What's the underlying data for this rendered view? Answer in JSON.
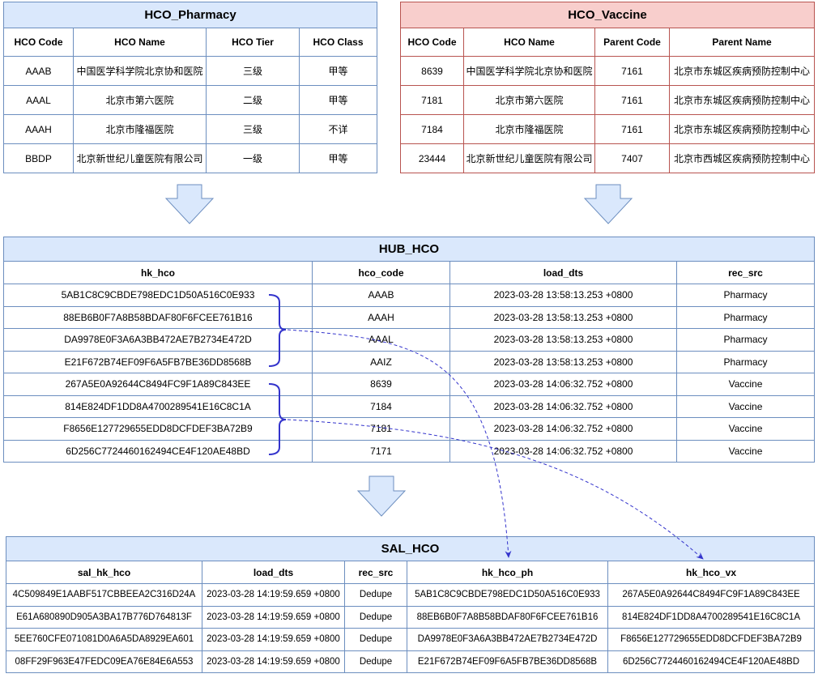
{
  "pharmacy": {
    "title": "HCO_Pharmacy",
    "headers": [
      "HCO Code",
      "HCO Name",
      "HCO Tier",
      "HCO Class"
    ],
    "rows": [
      [
        "AAAB",
        "中国医学科学院北京协和医院",
        "三级",
        "甲等"
      ],
      [
        "AAAL",
        "北京市第六医院",
        "二级",
        "甲等"
      ],
      [
        "AAAH",
        "北京市隆福医院",
        "三级",
        "不详"
      ],
      [
        "BBDP",
        "北京新世纪儿童医院有限公司",
        "一级",
        "甲等"
      ]
    ]
  },
  "vaccine": {
    "title": "HCO_Vaccine",
    "headers": [
      "HCO Code",
      "HCO Name",
      "Parent Code",
      "Parent Name"
    ],
    "rows": [
      [
        "8639",
        "中国医学科学院北京协和医院",
        "7161",
        "北京市东城区疾病预防控制中心"
      ],
      [
        "7181",
        "北京市第六医院",
        "7161",
        "北京市东城区疾病预防控制中心"
      ],
      [
        "7184",
        "北京市隆福医院",
        "7161",
        "北京市东城区疾病预防控制中心"
      ],
      [
        "23444",
        "北京新世纪儿童医院有限公司",
        "7407",
        "北京市西城区疾病预防控制中心"
      ]
    ]
  },
  "hub": {
    "title": "HUB_HCO",
    "headers": [
      "hk_hco",
      "hco_code",
      "load_dts",
      "rec_src"
    ],
    "rows": [
      [
        "5AB1C8C9CBDE798EDC1D50A516C0E933",
        "AAAB",
        "2023-03-28 13:58:13.253 +0800",
        "Pharmacy"
      ],
      [
        "88EB6B0F7A8B58BDAF80F6FCEE761B16",
        "AAAH",
        "2023-03-28 13:58:13.253 +0800",
        "Pharmacy"
      ],
      [
        "DA9978E0F3A6A3BB472AE7B2734E472D",
        "AAAL",
        "2023-03-28 13:58:13.253 +0800",
        "Pharmacy"
      ],
      [
        "E21F672B74EF09F6A5FB7BE36DD8568B",
        "AAIZ",
        "2023-03-28 13:58:13.253 +0800",
        "Pharmacy"
      ],
      [
        "267A5E0A92644C8494FC9F1A89C843EE",
        "8639",
        "2023-03-28 14:06:32.752 +0800",
        "Vaccine"
      ],
      [
        "814E824DF1DD8A4700289541E16C8C1A",
        "7184",
        "2023-03-28 14:06:32.752 +0800",
        "Vaccine"
      ],
      [
        "F8656E127729655EDD8DCFDEF3BA72B9",
        "7181",
        "2023-03-28 14:06:32.752 +0800",
        "Vaccine"
      ],
      [
        "6D256C7724460162494CE4F120AE48BD",
        "7171",
        "2023-03-28 14:06:32.752 +0800",
        "Vaccine"
      ]
    ]
  },
  "sal": {
    "title": "SAL_HCO",
    "headers": [
      "sal_hk_hco",
      "load_dts",
      "rec_src",
      "hk_hco_ph",
      "hk_hco_vx"
    ],
    "rows": [
      [
        "4C509849E1AABF517CBBEEA2C316D24A",
        "2023-03-28 14:19:59.659 +0800",
        "Dedupe",
        "5AB1C8C9CBDE798EDC1D50A516C0E933",
        "267A5E0A92644C8494FC9F1A89C843EE"
      ],
      [
        "E61A680890D905A3BA17B776D764813F",
        "2023-03-28 14:19:59.659 +0800",
        "Dedupe",
        "88EB6B0F7A8B58BDAF80F6FCEE761B16",
        "814E824DF1DD8A4700289541E16C8C1A"
      ],
      [
        "5EE760CFE071081D0A6A5DA8929EA601",
        "2023-03-28 14:19:59.659 +0800",
        "Dedupe",
        "DA9978E0F3A6A3BB472AE7B2734E472D",
        "F8656E127729655EDD8DCFDEF3BA72B9"
      ],
      [
        "08FF29F963E47FEDC09EA76E84E6A553",
        "2023-03-28 14:19:59.659 +0800",
        "Dedupe",
        "E21F672B74EF09F6A5FB7BE36DD8568B",
        "6D256C7724460162494CE4F120AE48BD"
      ]
    ]
  },
  "colors": {
    "blue_fill": "#dae8fc",
    "blue_stroke": "#6c8ebf",
    "red_fill": "#f8cecc",
    "red_stroke": "#b85450",
    "connector": "#3333cc"
  }
}
